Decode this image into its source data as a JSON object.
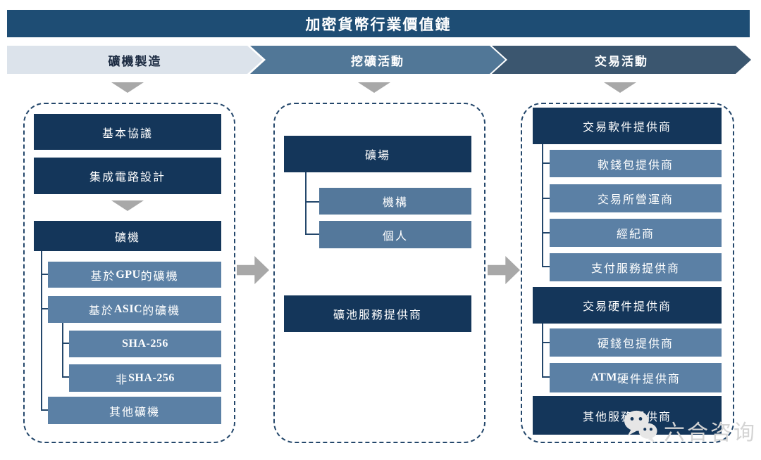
{
  "title": "加密貨幣行業價值鏈",
  "stages": {
    "s1": "礦機製造",
    "s2": "挖礦活動",
    "s3": "交易活動"
  },
  "manufacturing": {
    "base_protocol": "基本協議",
    "ic_design": "集成電路設計",
    "mining_machine": "礦機",
    "gpu": {
      "pre": "基於",
      "latin": "GPU",
      "post": "的礦機"
    },
    "asic": {
      "pre": "基於",
      "latin": "ASIC",
      "post": "的礦機"
    },
    "sha256": {
      "latin": "SHA-256"
    },
    "non_sha256": {
      "pre": "非",
      "latin": "SHA-256"
    },
    "other_machines": "其他礦機"
  },
  "mining": {
    "farm": "礦場",
    "institution": "機構",
    "individual": "個人",
    "pool_service": "礦池服務提供商"
  },
  "trading": {
    "software_provider": "交易軟件提供商",
    "soft_wallet": "軟錢包提供商",
    "exchange_operator": "交易所營運商",
    "broker": "經紀商",
    "payment_service": "支付服務提供商",
    "hardware_provider": "交易硬件提供商",
    "hard_wallet": "硬錢包提供商",
    "atm": {
      "latin": "ATM",
      "post": "硬件提供商"
    },
    "other_service": "其他服務提供商"
  },
  "watermark": {
    "text": "六合咨询",
    "icon": "wechat-icon"
  },
  "colors": {
    "title_bar": "#1e4d74",
    "dark_box": "#14365a",
    "medium_box": "#5b80a5",
    "medium_box_alt": "#54789b",
    "stage1_fill": "#dce3eb",
    "stage2_fill": "#517797",
    "stage3_fill": "#3b566f",
    "connector_line": "#24476b",
    "gray_arrow": "#a8a8a8",
    "watermark_text": "#d4d4d4"
  }
}
